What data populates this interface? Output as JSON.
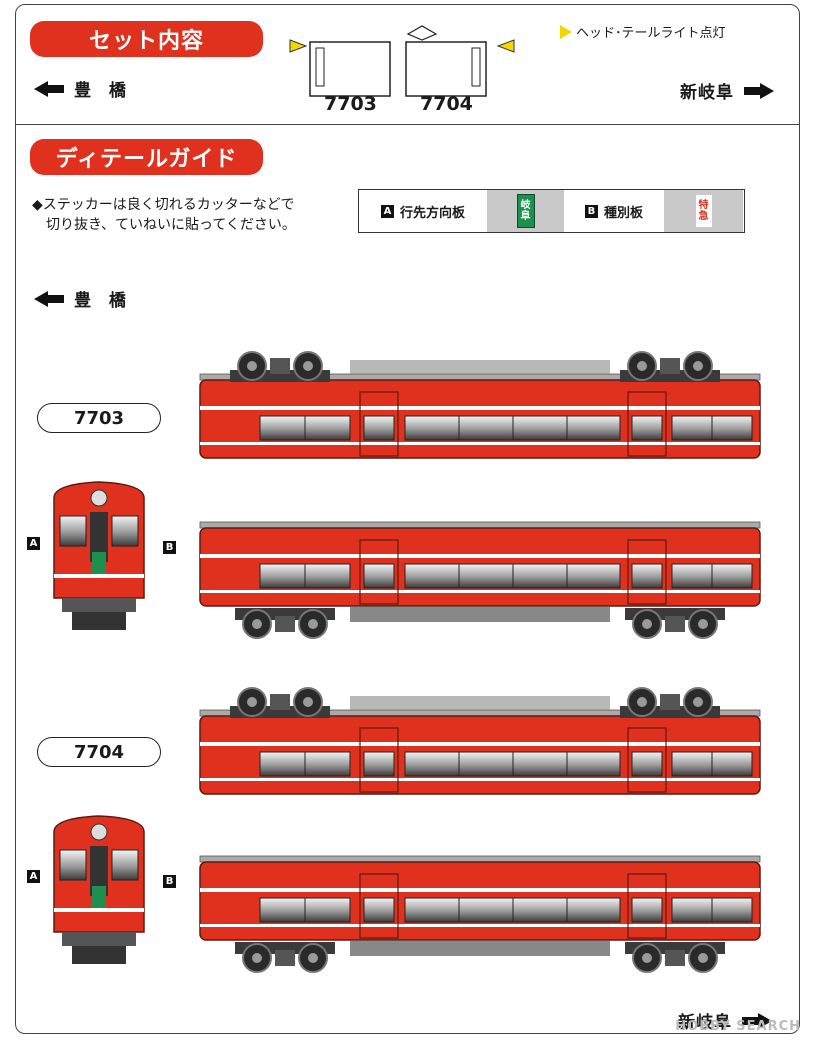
{
  "sections": {
    "set_contents": "セット内容",
    "detail_guide": "ディテールガイド"
  },
  "directions": {
    "left": "豊 橋",
    "right": "新岐阜"
  },
  "legend": {
    "headlight": "ヘッド･テールライト点灯"
  },
  "cars": {
    "first": "7703",
    "second": "7704"
  },
  "instructions": {
    "line1": "◆ステッカーは良く切れるカッターなどで",
    "line2": "　切り抜き、ていねいに貼ってください。"
  },
  "stickers": {
    "a_badge": "A",
    "a_label": "行先方向板",
    "a_plate": [
      "岐",
      "阜"
    ],
    "b_badge": "B",
    "b_label": "種別板",
    "b_plate": [
      "特",
      "急"
    ]
  },
  "watermark": "HOBBY SEARCH",
  "colors": {
    "body_red": "#e0311f",
    "headlight_yellow": "#f2d800",
    "dest_green": "#1e8f4e"
  }
}
